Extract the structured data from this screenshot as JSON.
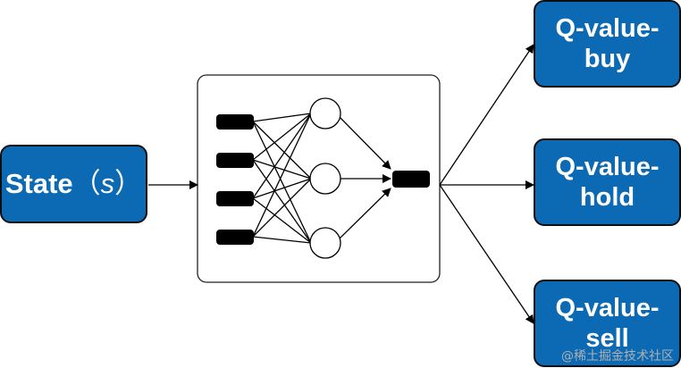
{
  "input": {
    "label": "State",
    "open_paren": "（",
    "symbol": "s",
    "close_paren": "）"
  },
  "outputs": [
    {
      "line1": "Q-value-",
      "line2": "buy"
    },
    {
      "line1": "Q-value-",
      "line2": "hold"
    },
    {
      "line1": "Q-value-",
      "line2": "sell"
    }
  ],
  "network": {
    "input_nodes": 4,
    "hidden_nodes": 3,
    "output_nodes": 1
  },
  "watermark": "@稀土掘金技术社区",
  "colors": {
    "box_fill": "#0b6ab3",
    "box_border": "#0d0d0d",
    "box_text": "#ffffff",
    "node_fill": "#000000",
    "line": "#000000"
  }
}
